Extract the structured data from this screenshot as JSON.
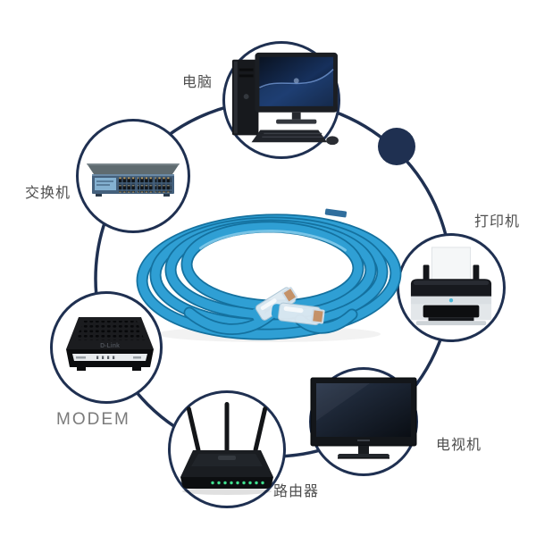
{
  "diagram": {
    "background": "#ffffff",
    "ring_color": "#1f3051",
    "dot_color": "#1f3051",
    "label_color": "#4e4e4e",
    "modem_label_color": "#7b7b7b",
    "cable": {
      "color": "#2f9fd4",
      "shadow_color": "#14719f",
      "highlight_color": "#86cdec",
      "connector_color": "#dfeaf2",
      "connector_contact_color": "#c08049"
    },
    "nodes": [
      {
        "id": "computer",
        "label": "电脑"
      },
      {
        "id": "switch",
        "label": "交换机"
      },
      {
        "id": "printer",
        "label": "打印机"
      },
      {
        "id": "tv",
        "label": "电视机"
      },
      {
        "id": "router",
        "label": "路由器"
      },
      {
        "id": "modem",
        "label": "MODEM",
        "brand": "D-Link"
      }
    ]
  }
}
